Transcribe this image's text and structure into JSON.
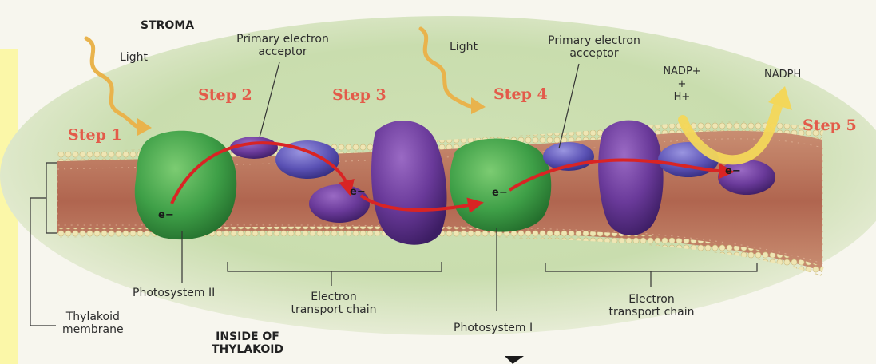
{
  "regions": {
    "stroma": "STROMA",
    "inside": "INSIDE OF\nTHYLAKOID"
  },
  "steps": [
    "Step 1",
    "Step 2",
    "Step 3",
    "Step 4",
    "Step 5"
  ],
  "light_labels": [
    "Light",
    "Light"
  ],
  "acceptor_labels": [
    "Primary electron\nacceptor",
    "Primary electron\nacceptor"
  ],
  "nadp": {
    "reactant": "NADP+\n+\nH+",
    "product": "NADPH"
  },
  "electron_symbol": "e−",
  "photosystems": [
    "Photosystem II",
    "Photosystem I"
  ],
  "etc_labels": [
    "Electron\ntransport chain",
    "Electron\ntransport chain"
  ],
  "membrane_label": "Thylakoid\nmembrane",
  "colors": {
    "stroma_bg": "#dbe7c6",
    "lumen_bg": "#bcd8a2",
    "lipid_head": "#eee7b6",
    "membrane_core": "#b9735e",
    "photosystem": "#3fa447",
    "complex_purple": "#5b2d8a",
    "complex_blue": "#5b53b5",
    "electron_path": "#d92424",
    "light_arrow": "#e9b34c",
    "nadph_arrow": "#f3d75a",
    "step_text": "#e35b4a"
  }
}
